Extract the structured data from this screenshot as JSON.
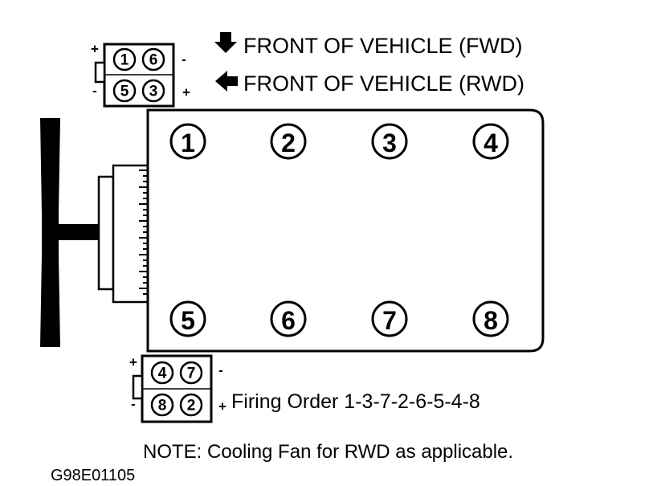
{
  "legend": {
    "fwd": "FRONT OF VEHICLE (FWD)",
    "rwd": "FRONT OF VEHICLE (RWD)"
  },
  "cylinders": {
    "top": [
      "1",
      "2",
      "3",
      "4"
    ],
    "bottom": [
      "5",
      "6",
      "7",
      "8"
    ]
  },
  "front_coil_pack": {
    "top_row": [
      "1",
      "6"
    ],
    "bottom_row": [
      "5",
      "3"
    ],
    "signs": {
      "top_left": "+",
      "top_right": "-",
      "bottom_left": "-",
      "bottom_right": "+"
    }
  },
  "rear_coil_pack": {
    "top_row": [
      "4",
      "7"
    ],
    "bottom_row": [
      "8",
      "2"
    ],
    "signs": {
      "top_left": "+",
      "top_right": "-",
      "bottom_left": "-",
      "bottom_right": "+"
    }
  },
  "firing_order": "Firing Order 1-3-7-2-6-5-4-8",
  "note": "NOTE:  Cooling Fan for RWD as applicable.",
  "figure_id": "G98E01105",
  "icons": {
    "down": "arrow-down-icon",
    "left": "arrow-left-icon"
  },
  "colors": {
    "ink": "#000000",
    "paper": "#ffffff"
  }
}
